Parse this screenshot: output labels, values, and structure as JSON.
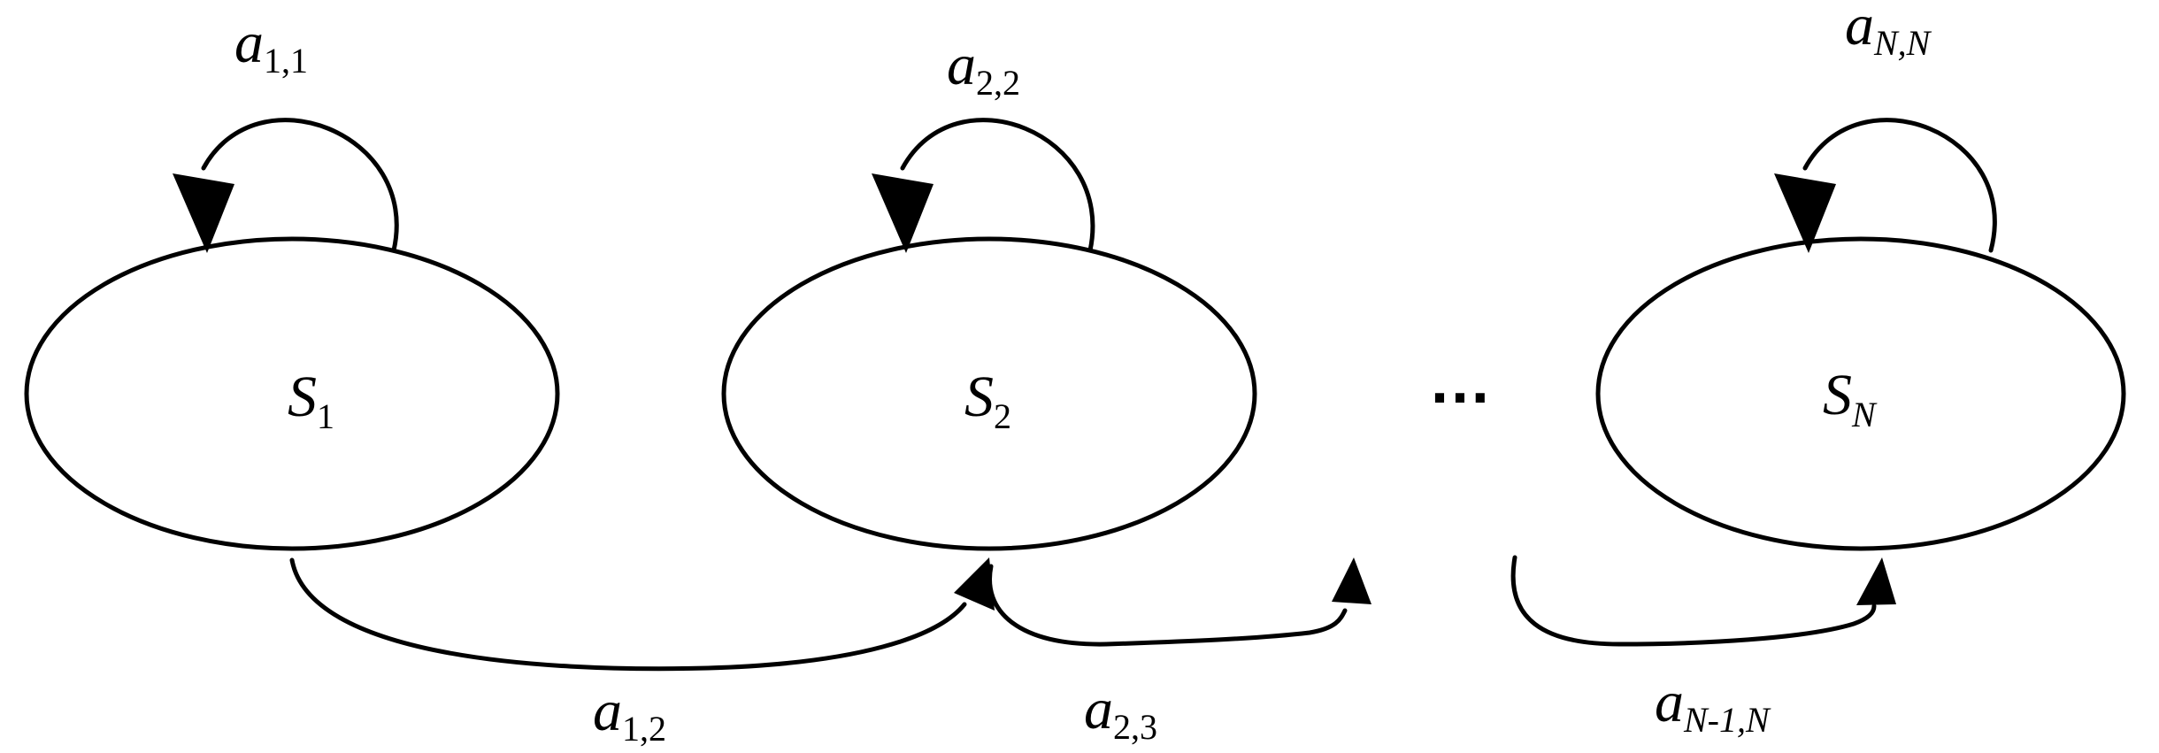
{
  "states": [
    {
      "id": "S1",
      "symbol": "S",
      "subscript": "1"
    },
    {
      "id": "S2",
      "symbol": "S",
      "subscript": "2"
    },
    {
      "id": "SN",
      "symbol": "S",
      "subscript": "N"
    }
  ],
  "ellipsis": "…",
  "transitions": [
    {
      "id": "a11",
      "symbol": "a",
      "subscript": "1,1",
      "from": "S1",
      "to": "S1"
    },
    {
      "id": "a22",
      "symbol": "a",
      "subscript": "2,2",
      "from": "S2",
      "to": "S2"
    },
    {
      "id": "aNN",
      "symbol": "a",
      "subscript": "N,N",
      "from": "SN",
      "to": "SN"
    },
    {
      "id": "a12",
      "symbol": "a",
      "subscript": "1,2",
      "from": "S1",
      "to": "S2"
    },
    {
      "id": "a23",
      "symbol": "a",
      "subscript": "2,3",
      "from": "S2",
      "to": "…"
    },
    {
      "id": "aN1N",
      "symbol": "a",
      "subscript": "N-1,N",
      "from": "…",
      "to": "SN"
    }
  ],
  "colors": {
    "stroke": "#000000",
    "fill": "#ffffff",
    "background": "#ffffff"
  }
}
